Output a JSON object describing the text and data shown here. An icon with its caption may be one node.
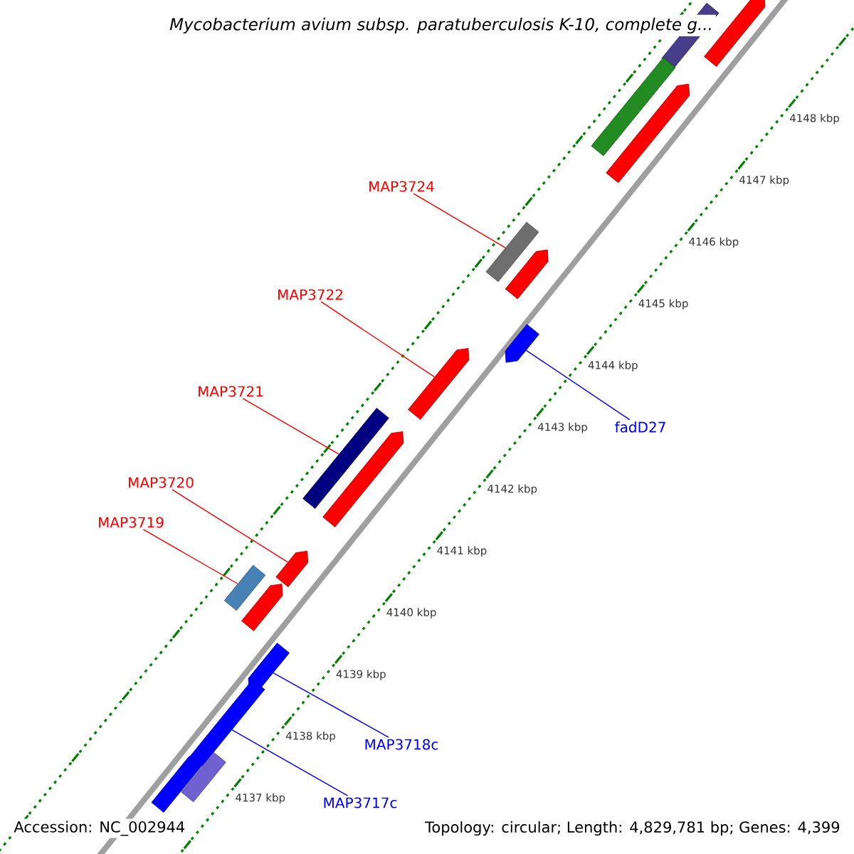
{
  "diagram": {
    "title": "Mycobacterium avium subsp. paratuberculosis K-10, complete g...",
    "nodes": [
      {
        "text": [
          "MAP3724"
        ]
      },
      {
        "text": [
          "MAP3722"
        ]
      },
      {
        "text": [
          "MAP3721"
        ]
      },
      {
        "text": [
          "MAP3720"
        ]
      },
      {
        "text": [
          "MAP3719"
        ]
      },
      {
        "text": [
          "fadD27"
        ]
      },
      {
        "text": [
          "MAP3718c"
        ]
      },
      {
        "text": [
          "MAP3717c"
        ]
      },
      {
        "text": [],
        "shape": "bar"
      },
      {
        "text": [],
        "shape": "pentagon"
      },
      {
        "text": [],
        "shape": "bar"
      },
      {
        "text": [],
        "shape": "pentagon"
      },
      {
        "text": [],
        "shape": "bar"
      },
      {
        "text": [],
        "shape": "pentagon"
      },
      {
        "text": [],
        "shape": "pentagon"
      },
      {
        "text": [],
        "shape": "pentagon"
      },
      {
        "text": [],
        "shape": "pentagon"
      },
      {
        "text": [],
        "shape": "bar"
      },
      {
        "text": [],
        "shape": "bar"
      },
      {
        "text": [],
        "shape": "pentagon"
      },
      {
        "text": [],
        "shape": "pentagon"
      },
      {
        "text": [],
        "shape": "pentagon"
      },
      {
        "text": [],
        "shape": "pentagon"
      },
      {
        "text": [],
        "shape": "bar"
      },
      {
        "text": [],
        "shape": "bar"
      }
    ],
    "edges": [
      {
        "from": 0,
        "to": 8,
        "arrow": "none"
      },
      {
        "from": 1,
        "to": 9,
        "arrow": "none"
      },
      {
        "from": 2,
        "to": 10,
        "arrow": "none"
      },
      {
        "from": 3,
        "to": 11,
        "arrow": "none"
      },
      {
        "from": 4,
        "to": 12,
        "arrow": "none"
      },
      {
        "from": 5,
        "to": 13,
        "arrow": "none",
        "color": "#0000ff"
      },
      {
        "from": 6,
        "to": 14,
        "arrow": "none",
        "color": "#0000ff"
      },
      {
        "from": 7,
        "to": 15,
        "arrow": "none",
        "color": "#0000ff"
      }
    ],
    "labels": [
      "4148 kbp",
      "4147 kbp",
      "4146 kbp",
      "4145 kbp",
      "4144 kbp",
      "4143 kbp",
      "4142 kbp",
      "4141 kbp",
      "4140 kbp",
      "4139 kbp",
      "4138 kbp",
      "4137 kbp",
      "Accession: NC_002944",
      "Topology: circular; Length: 4,829,781 bp; Genes: 4,399"
    ]
  }
}
